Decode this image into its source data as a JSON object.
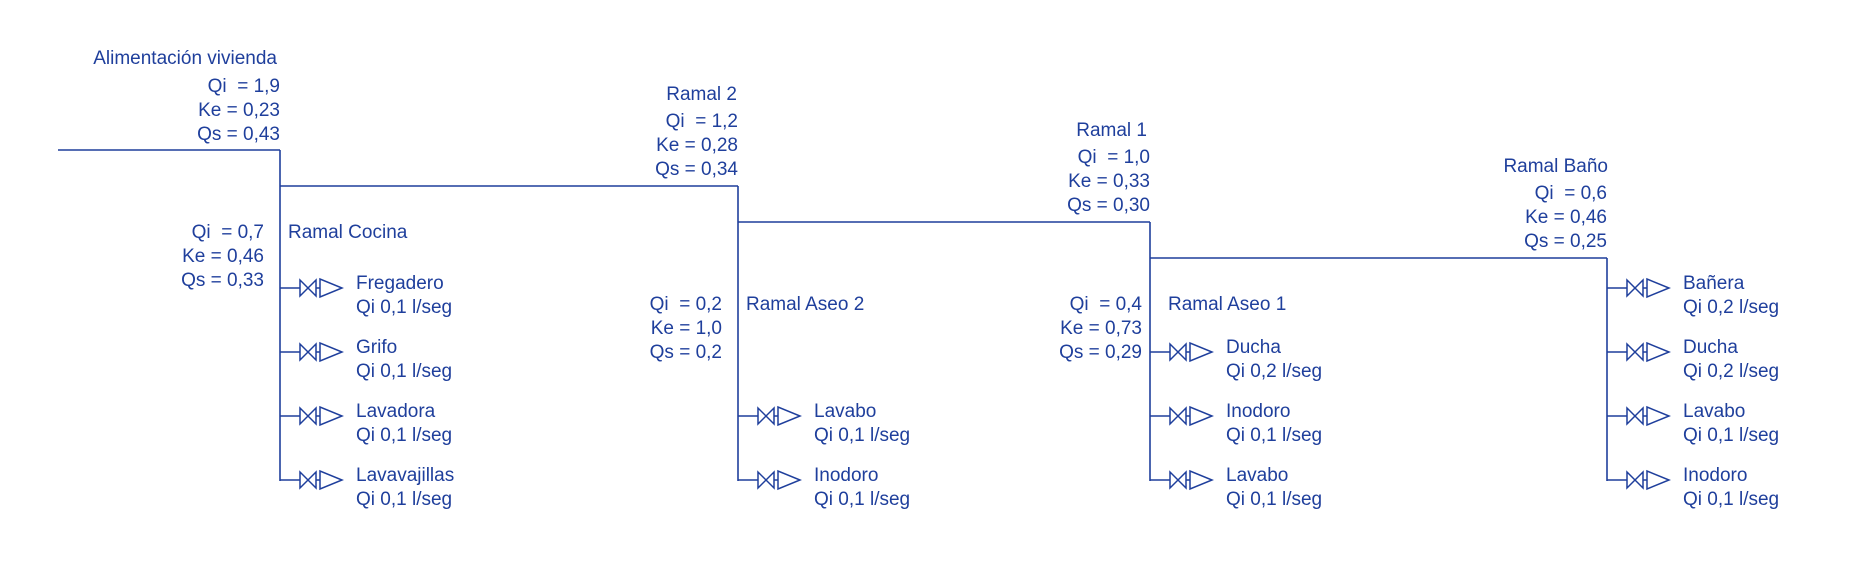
{
  "main": {
    "title": "Alimentación vivienda",
    "qi": "Qi  = 1,9",
    "ke": "Ke = 0,23",
    "qs": "Qs = 0,43"
  },
  "ramal2": {
    "title": "Ramal 2",
    "qi": "Qi  = 1,2",
    "ke": "Ke = 0,28",
    "qs": "Qs = 0,34"
  },
  "ramal1": {
    "title": "Ramal 1",
    "qi": "Qi  = 1,0",
    "ke": "Ke = 0,33",
    "qs": "Qs = 0,30"
  },
  "ramal_bano": {
    "title": "Ramal Baño",
    "qi": "Qi  = 0,6",
    "ke": "Ke = 0,46",
    "qs": "Qs = 0,25"
  },
  "ramal_cocina": {
    "title": "Ramal Cocina",
    "qi": "Qi  = 0,7",
    "ke": "Ke = 0,46",
    "qs": "Qs = 0,33"
  },
  "ramal_aseo2": {
    "title": "Ramal Aseo 2",
    "qi": "Qi  = 0,2",
    "ke": "Ke = 1,0",
    "qs": "Qs = 0,2"
  },
  "ramal_aseo1": {
    "title": "Ramal Aseo 1",
    "qi": "Qi  = 0,4",
    "ke": "Ke = 0,73",
    "qs": "Qs = 0,29"
  },
  "devices": {
    "cocina": [
      {
        "name": "Fregadero",
        "flow": "Qi 0,1 l/seg"
      },
      {
        "name": "Grifo",
        "flow": "Qi 0,1 l/seg"
      },
      {
        "name": "Lavadora",
        "flow": "Qi 0,1 l/seg"
      },
      {
        "name": "Lavavajillas",
        "flow": "Qi 0,1 l/seg"
      }
    ],
    "aseo2": [
      {
        "name": "Lavabo",
        "flow": "Qi 0,1 l/seg"
      },
      {
        "name": "Inodoro",
        "flow": "Qi 0,1 l/seg"
      }
    ],
    "aseo1": [
      {
        "name": "Ducha",
        "flow": "Qi 0,2 l/seg"
      },
      {
        "name": "Inodoro",
        "flow": "Qi 0,1 l/seg"
      },
      {
        "name": "Lavabo",
        "flow": "Qi 0,1 l/seg"
      }
    ],
    "bano": [
      {
        "name": "Bañera",
        "flow": "Qi 0,2 l/seg"
      },
      {
        "name": "Ducha",
        "flow": "Qi 0,2 l/seg"
      },
      {
        "name": "Lavabo",
        "flow": "Qi 0,1 l/seg"
      },
      {
        "name": "Inodoro",
        "flow": "Qi 0,1 l/seg"
      }
    ]
  },
  "colors": {
    "line": "#1f3f9c",
    "background": "#ffffff"
  }
}
